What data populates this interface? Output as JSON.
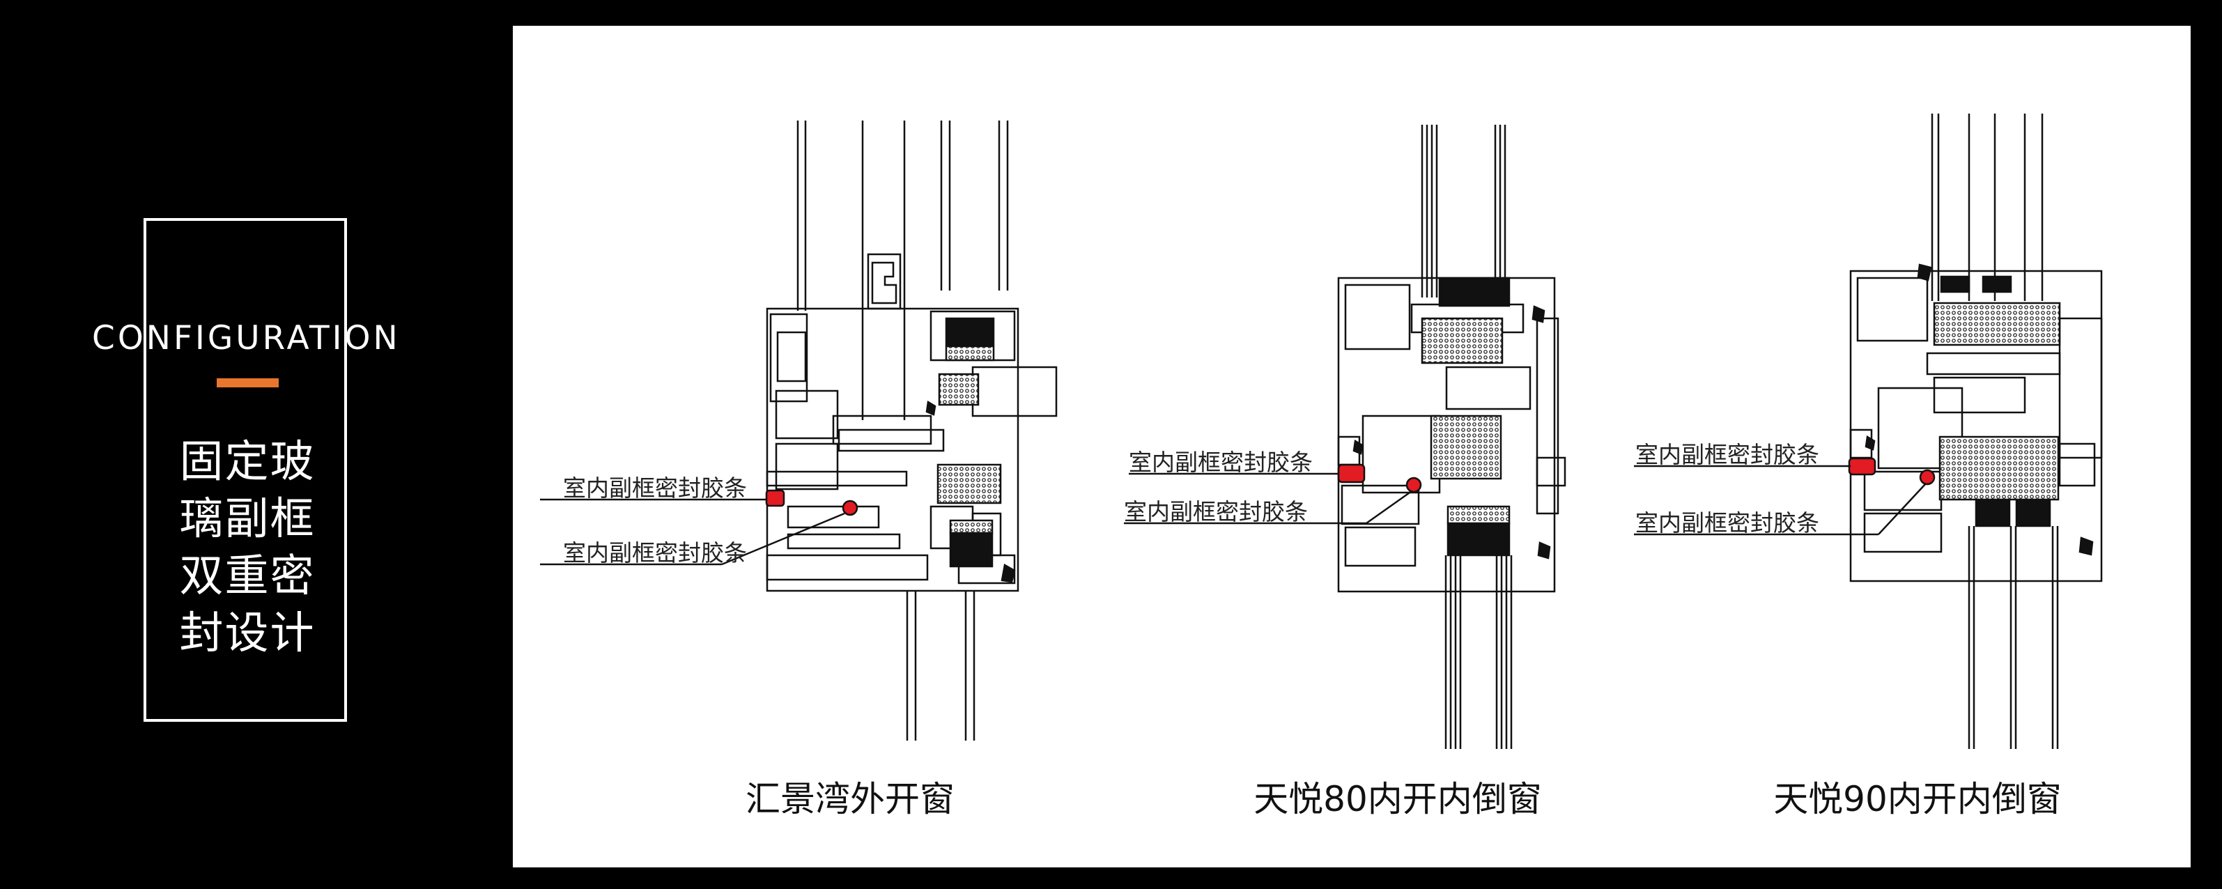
{
  "left": {
    "config_label": "CONFIGURATION",
    "title_lines": [
      "固定玻",
      "璃副框",
      "双重密",
      "封设计"
    ]
  },
  "colors": {
    "background": "#000000",
    "panel": "#ffffff",
    "accent": "#e8762d",
    "seal": "#e31b23"
  },
  "sections": [
    {
      "caption": "汇景湾外开窗",
      "callouts": [
        "室内副框密封胶条",
        "室内副框密封胶条"
      ]
    },
    {
      "caption": "天悦80内开内倒窗",
      "callouts": [
        "室内副框密封胶条",
        "室内副框密封胶条"
      ]
    },
    {
      "caption": "天悦90内开内倒窗",
      "callouts": [
        "室内副框密封胶条",
        "室内副框密封胶条"
      ]
    }
  ]
}
